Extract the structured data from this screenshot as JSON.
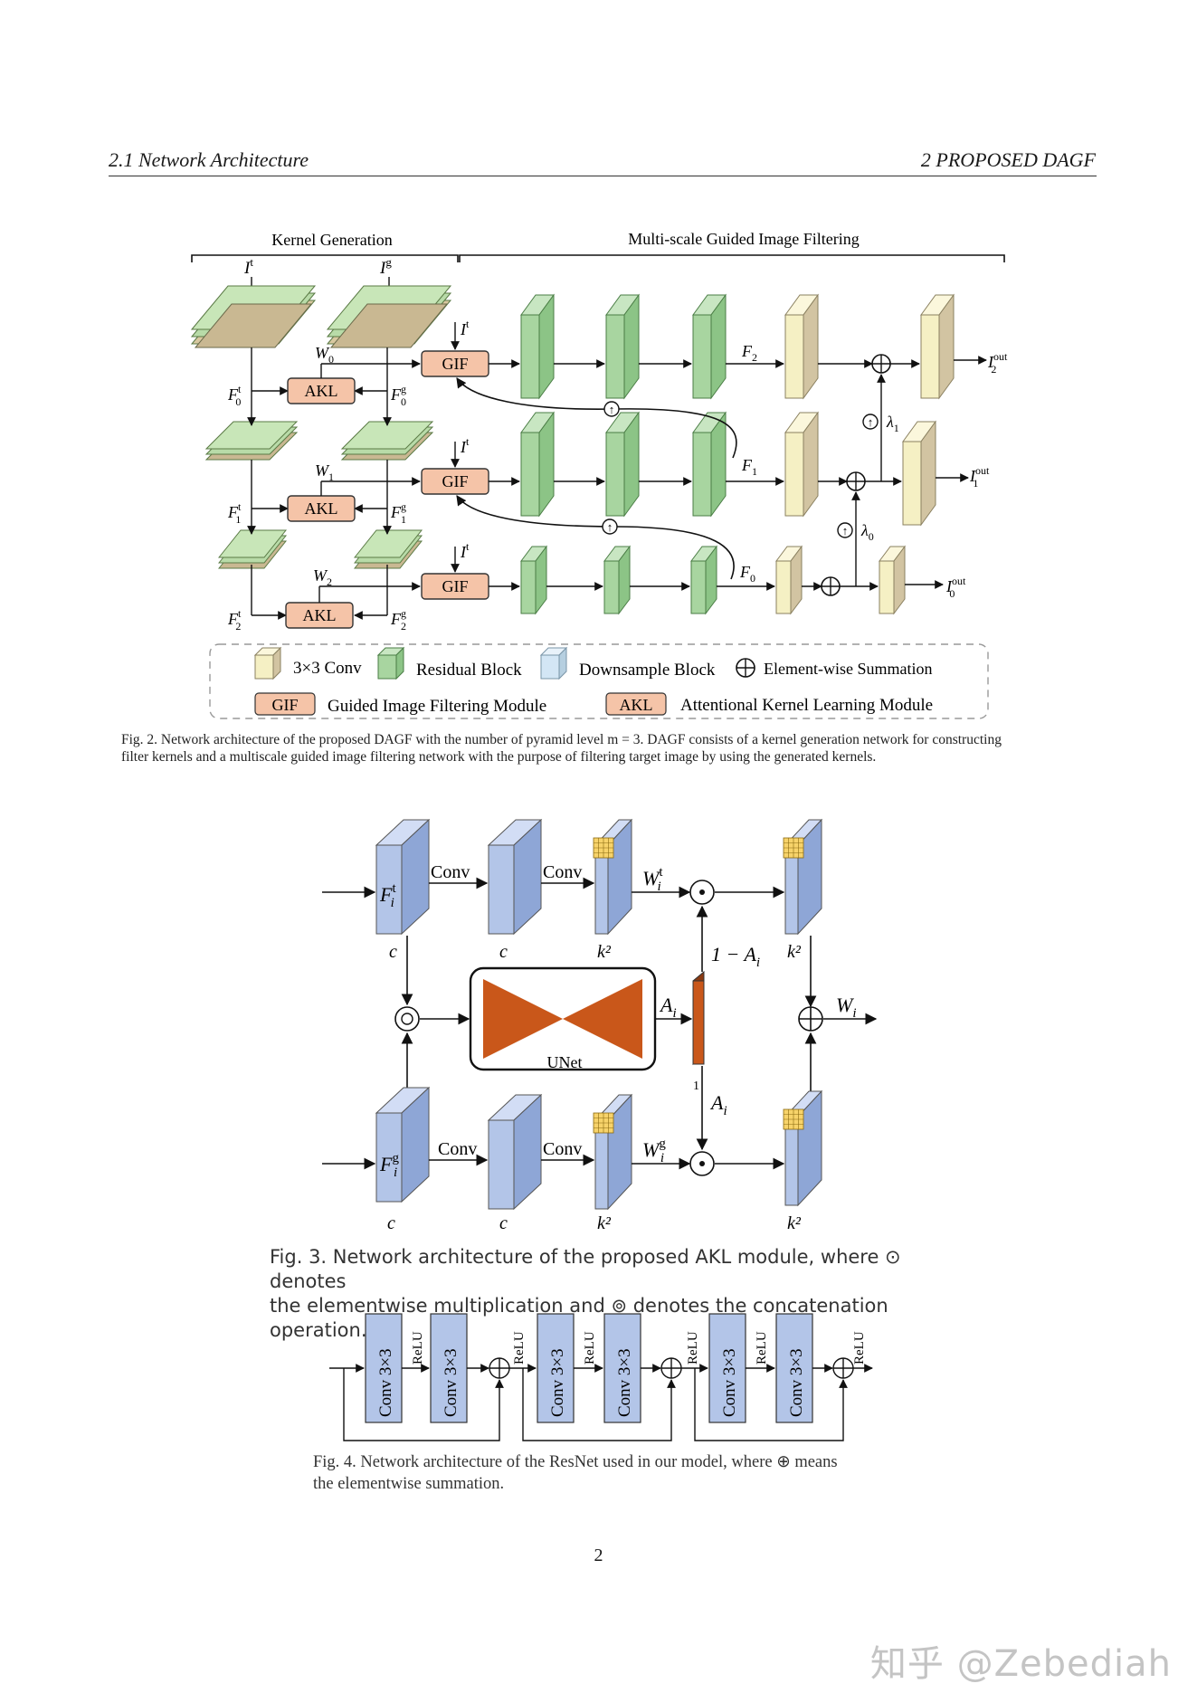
{
  "header": {
    "section": "2.1 Network Architecture",
    "chapter": "2 PROPOSED DAGF"
  },
  "fig2": {
    "section_kernel": "Kernel Generation",
    "section_multiscale": "Multi-scale Guided Image Filtering",
    "input_target": "I",
    "input_target_sup": "t",
    "input_guide": "I",
    "input_guide_sup": "g",
    "gif_label": "GIF",
    "akl_label": "AKL",
    "upsample_symbol": "↑",
    "kernel_weights": [
      {
        "base": "W",
        "sub": "0"
      },
      {
        "base": "W",
        "sub": "1"
      },
      {
        "base": "W",
        "sub": "2"
      }
    ],
    "target_features": [
      {
        "base": "F",
        "sub": "0",
        "sup": "t"
      },
      {
        "base": "F",
        "sub": "1",
        "sup": "t"
      },
      {
        "base": "F",
        "sub": "2",
        "sup": "t"
      }
    ],
    "guide_features": [
      {
        "base": "F",
        "sub": "0",
        "sup": "g"
      },
      {
        "base": "F",
        "sub": "1",
        "sup": "g"
      },
      {
        "base": "F",
        "sub": "2",
        "sup": "g"
      }
    ],
    "filtered_features": [
      {
        "base": "F",
        "sub": "2"
      },
      {
        "base": "F",
        "sub": "1"
      },
      {
        "base": "F",
        "sub": "0"
      }
    ],
    "lambdas": [
      {
        "base": "λ",
        "sub": "1"
      },
      {
        "base": "λ",
        "sub": "0"
      }
    ],
    "outputs": [
      {
        "base": "I",
        "sub": "2",
        "sup": "out"
      },
      {
        "base": "I",
        "sub": "1",
        "sup": "out"
      },
      {
        "base": "I",
        "sub": "0",
        "sup": "out"
      }
    ],
    "legend": {
      "conv": "3×3 Conv",
      "residual": "Residual Block",
      "downsample": "Downsample Block",
      "summation": "Element-wise Summation",
      "gif_name": "Guided Image Filtering Module",
      "akl_name": "Attentional Kernel Learning Module"
    },
    "caption_line1": "Fig. 2.   Network architecture of the proposed DAGF with the number of pyramid level m = 3. DAGF consists of a kernel generation network for constructing",
    "caption_line2": "filter kernels and a multiscale guided image filtering network with the purpose of filtering target image by using the generated kernels."
  },
  "fig3": {
    "conv_label": "Conv",
    "channel_c": "c",
    "channel_k2": "k²",
    "unet_label": "UNet",
    "one_label": "1",
    "feature_t": {
      "base": "F",
      "sub": "i",
      "sup": "t"
    },
    "feature_g": {
      "base": "F",
      "sub": "i",
      "sup": "g"
    },
    "weight_t": {
      "base": "W",
      "sub": "i",
      "sup": "t"
    },
    "weight_g": {
      "base": "W",
      "sub": "i",
      "sup": "g"
    },
    "attention": {
      "base": "A",
      "sub": "i"
    },
    "one_minus_attention": {
      "base": "1 − A",
      "sub": "i"
    },
    "output_weight": {
      "base": "W",
      "sub": "i"
    },
    "caption_line1": "Fig. 3.   Network architecture of the proposed AKL module, where ⊙ denotes",
    "caption_line2": "the elementwise multiplication and ⊚ denotes the concatenation operation."
  },
  "fig4": {
    "conv_label": "Conv 3×3",
    "relu_label": "ReLU",
    "caption_line1": "Fig. 4.   Network architecture of the ResNet used in our model, where ⊕ means",
    "caption_line2": "the elementwise summation."
  },
  "page_number": "2",
  "watermark": "知乎 @Zebediah",
  "colors": {
    "residual_green": "#a8d5a0",
    "conv_yellow": "#f5f0c4",
    "downsample_blue": "#d3e6f5",
    "module_salmon": "#f5c4a8",
    "akl_blue": "#b3c5e8",
    "unet_orange": "#c9571a"
  }
}
